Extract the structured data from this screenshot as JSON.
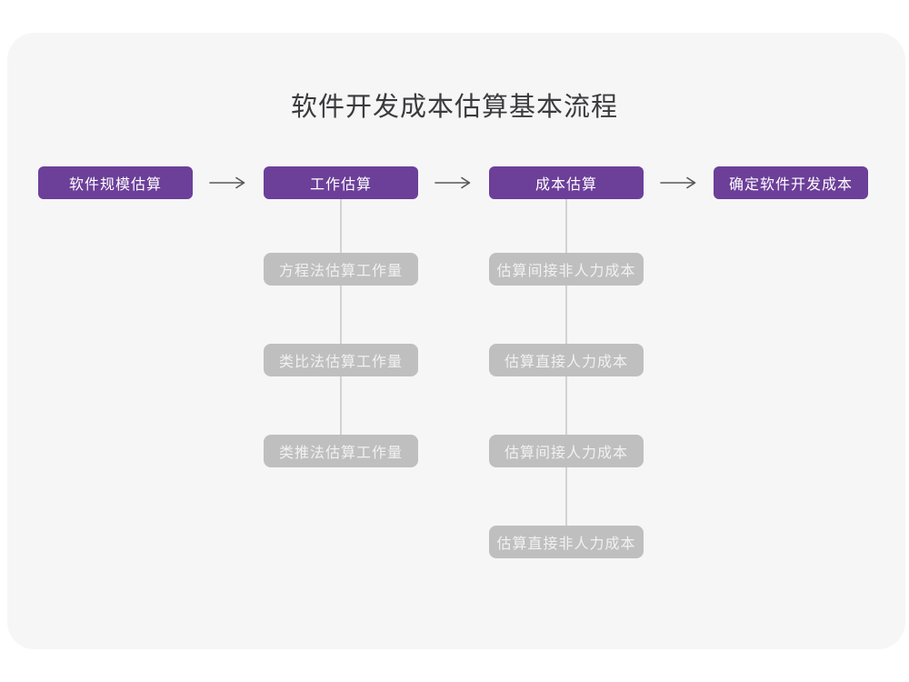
{
  "title": "软件开发成本估算基本流程",
  "flow": {
    "steps": [
      {
        "label": "软件规模估算"
      },
      {
        "label": "工作估算"
      },
      {
        "label": "成本估算"
      },
      {
        "label": "确定软件开发成本"
      }
    ]
  },
  "branches": {
    "work_estimation": {
      "parent": "工作估算",
      "items": [
        {
          "label": "方程法估算工作量"
        },
        {
          "label": "类比法估算工作量"
        },
        {
          "label": "类推法估算工作量"
        }
      ]
    },
    "cost_estimation": {
      "parent": "成本估算",
      "items": [
        {
          "label": "估算间接非人力成本"
        },
        {
          "label": "估算直接人力成本"
        },
        {
          "label": "估算间接人力成本"
        },
        {
          "label": "估算直接非人力成本"
        }
      ]
    }
  },
  "icons": {
    "arrow_right": "long-right-arrow"
  },
  "colors": {
    "primary_box": "#6c3f99",
    "sub_box": "#bfbfbf",
    "sub_box_text": "#f1f1f1",
    "connector_line": "#d2d2d4",
    "arrow": "#58585a",
    "title_text": "#3b3b3d",
    "card_background": "#f6f6f7",
    "page_background": "#ffffff"
  }
}
